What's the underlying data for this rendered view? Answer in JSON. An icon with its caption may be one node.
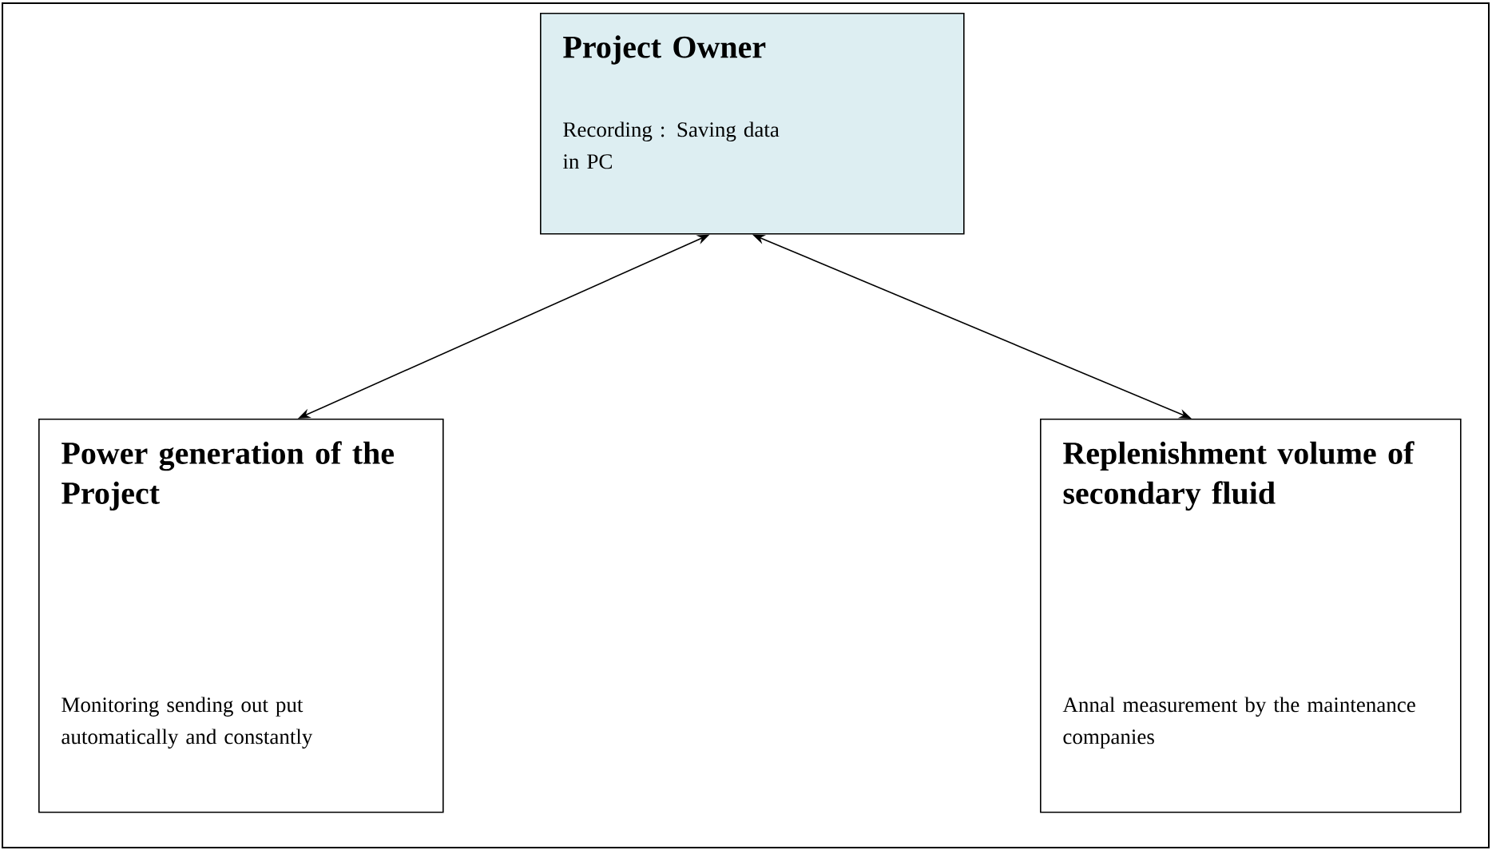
{
  "diagram": {
    "nodes": [
      {
        "text": [
          "Project Owner",
          "Recording : Saving data in PC"
        ]
      },
      {
        "text": [
          "Power generation of the Project",
          "Monitoring sending out put automatically and constantly"
        ]
      },
      {
        "text": [
          "Replenishment volume of secondary fluid",
          "Annal measurement by the maintenance companies"
        ]
      }
    ],
    "edges": [
      {
        "from": 0,
        "to": 1,
        "arrow": "both"
      },
      {
        "from": 0,
        "to": 2,
        "arrow": "both"
      }
    ]
  }
}
